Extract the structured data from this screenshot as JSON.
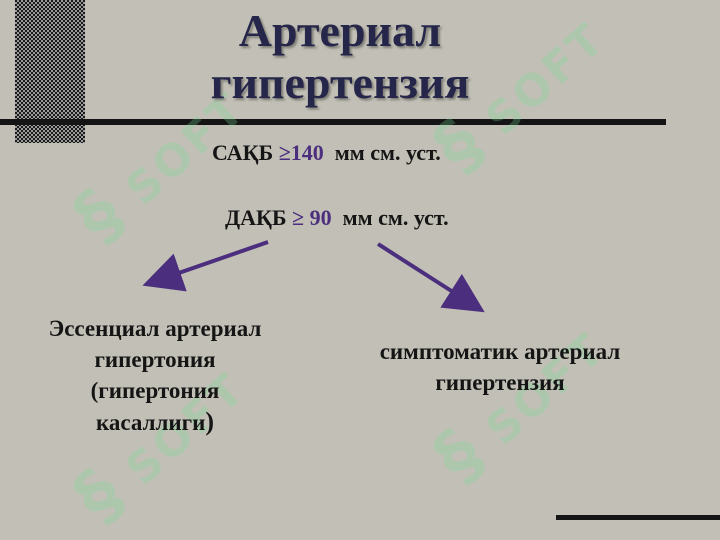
{
  "title": {
    "line1": "Артериал",
    "line2": "гипертензия"
  },
  "sbp": {
    "label": "САҚБ ",
    "value": "≥140",
    "unit": "мм см. уст."
  },
  "dbp": {
    "label": "ДАҚБ ",
    "value": "≥ 90",
    "unit": "мм см. уст."
  },
  "left_branch": {
    "line1": "Эссенциал артериал",
    "line2": "гипертония",
    "line3": "(гипертония",
    "line4": "касаллиги",
    "line4_close": ")"
  },
  "right_branch": {
    "line1": "симптоматик артериал",
    "line2": "гипертензия"
  },
  "watermark": {
    "text": "SOFT"
  },
  "colors": {
    "background": "#c2c0b6",
    "title": "#26264a",
    "value": "#4b2e7d",
    "arrow": "#4b2e7d"
  }
}
